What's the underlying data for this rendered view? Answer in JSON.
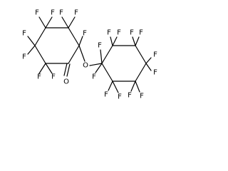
{
  "molecule": {
    "atoms": {
      "F": "F",
      "O_ether": "O",
      "O_ketone": "O"
    },
    "colors": {
      "bond": "#000000",
      "label": "#000000",
      "background": "#ffffff"
    }
  }
}
